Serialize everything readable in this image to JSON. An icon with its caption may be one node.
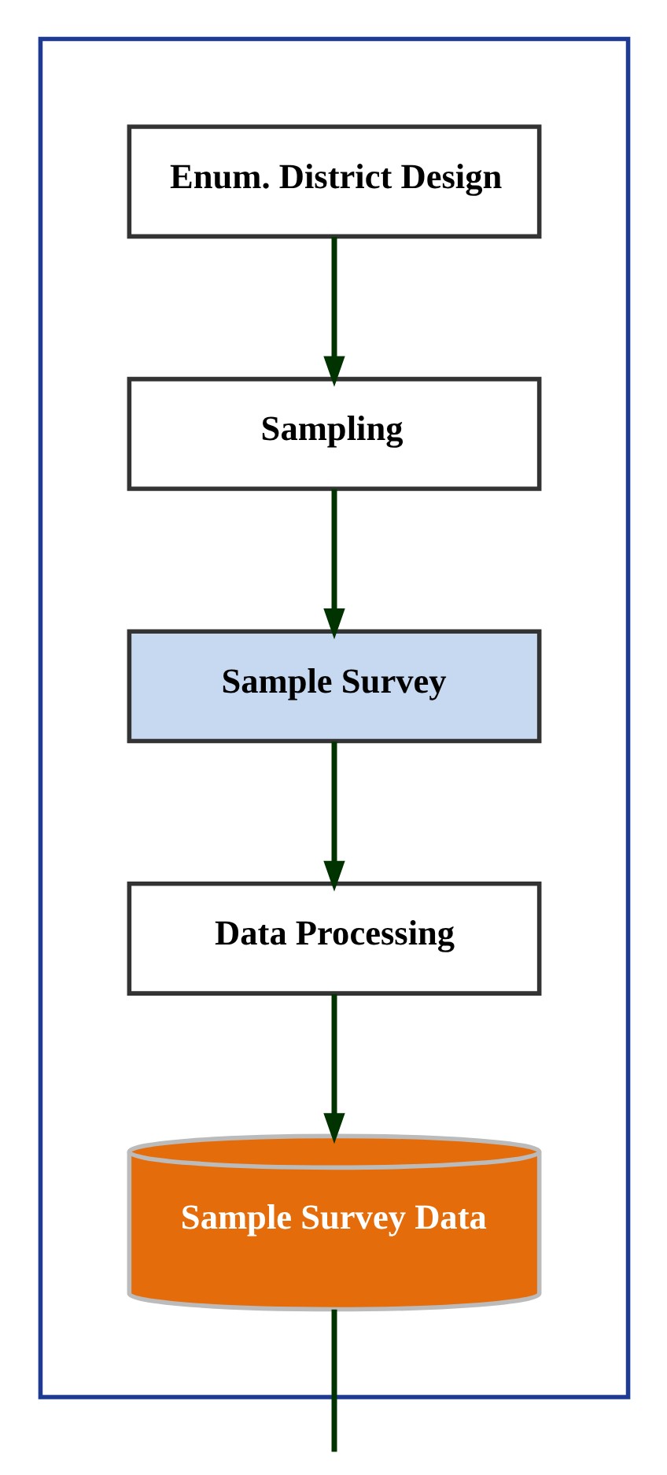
{
  "diagram": {
    "nodes": [
      {
        "text": [],
        "shape": "box"
      },
      {
        "text": [
          "Enum. District Design"
        ],
        "in": 0
      },
      {
        "text": [
          "Sampling"
        ],
        "in": 0
      },
      {
        "text": [
          "Sample Survey"
        ],
        "in": 0
      },
      {
        "text": [
          "Data Processing"
        ],
        "in": 0
      },
      {
        "text": [
          "Sample Survey Data"
        ],
        "in": 0
      }
    ],
    "edges": [
      {
        "from": 1,
        "to": 2,
        "arrow": "to"
      },
      {
        "from": 2,
        "to": 3,
        "arrow": "to"
      },
      {
        "from": 3,
        "to": 4,
        "arrow": "to"
      },
      {
        "from": 4,
        "to": 5,
        "arrow": "to"
      },
      {
        "from": 5,
        "to": null,
        "arrow": "none"
      }
    ]
  }
}
